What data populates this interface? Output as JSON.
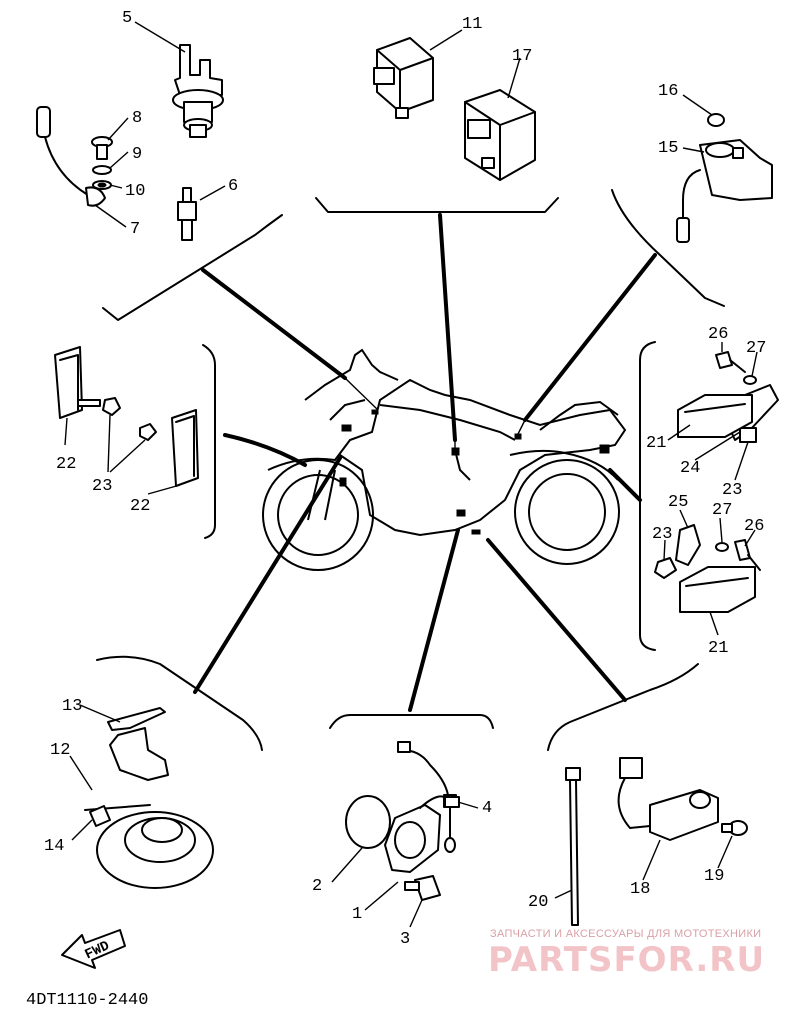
{
  "diagram_code": "4DT1110-2440",
  "fwd_label": "FWD",
  "watermark": {
    "subtitle": "ЗАПЧАСТИ И АКСЕССУАРЫ ДЛЯ МОТОТЕХНИКИ",
    "brand": "PARTSFOR.RU",
    "color": "#f2c4c8"
  },
  "callouts": [
    "5",
    "11",
    "17",
    "8",
    "9",
    "10",
    "7",
    "6",
    "16",
    "15",
    "26",
    "27",
    "22",
    "23",
    "22",
    "21",
    "24",
    "23",
    "25",
    "27",
    "26",
    "23",
    "21",
    "13",
    "12",
    "14",
    "4",
    "2",
    "1",
    "3",
    "20",
    "18",
    "19"
  ]
}
